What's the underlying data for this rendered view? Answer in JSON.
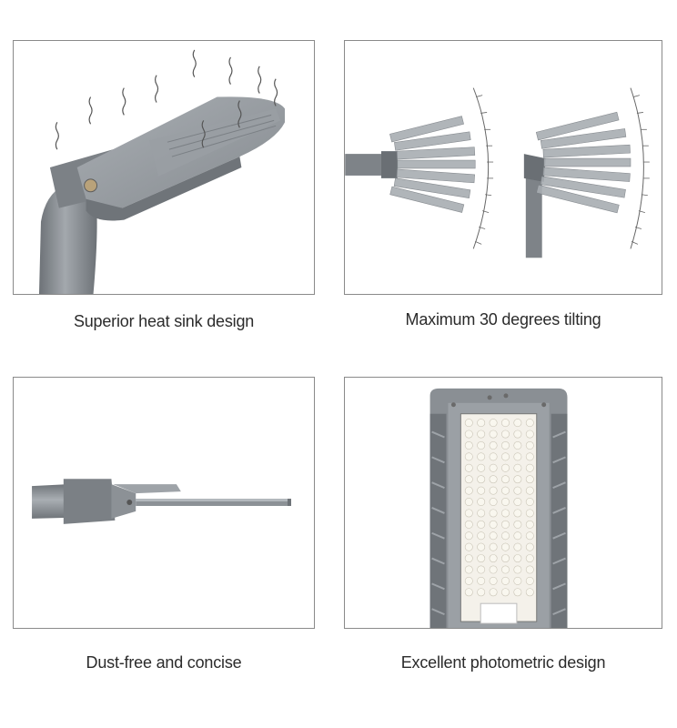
{
  "features": [
    {
      "caption": "Superior heat sink design",
      "icon": "heat-sink-illustration"
    },
    {
      "caption": "Maximum 30 degrees tilting",
      "icon": "tilt-illustration"
    },
    {
      "caption": "Dust-free and concise",
      "icon": "side-profile-illustration"
    },
    {
      "caption": "Excellent photometric design",
      "icon": "led-module-illustration"
    }
  ],
  "colors": {
    "border": "#8a8a8a",
    "housing": "#8f9499",
    "housing_dark": "#6e7378",
    "led": "#f4f1ea"
  }
}
